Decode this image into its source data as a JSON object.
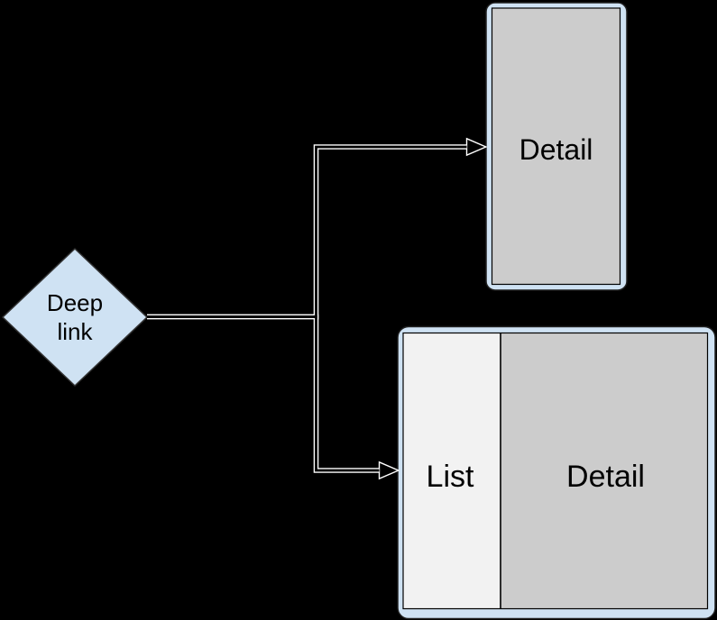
{
  "canvas": {
    "background": "#000000",
    "connector_color": "#ffffff"
  },
  "nodes": {
    "deep_link": {
      "shape": "decision-diamond",
      "label": "Deep link",
      "label_lines": [
        "Deep",
        "link"
      ],
      "fill": "#cfe2f3",
      "stroke": "#333333",
      "text_color": "#000000"
    },
    "phone": {
      "shape": "portrait-screen-frame",
      "label": "Detail",
      "frame_fill": "#cfe2f3",
      "screen_fill": "#cccccc"
    },
    "tablet": {
      "shape": "landscape-screen-frame",
      "frame_fill": "#cfe2f3",
      "panels": [
        {
          "label": "List",
          "fill": "#f2f2f2"
        },
        {
          "label": "Detail",
          "fill": "#cccccc"
        }
      ]
    }
  },
  "edges": [
    {
      "from": "deep_link",
      "to": "phone",
      "style": "double-line-open-arrow"
    },
    {
      "from": "deep_link",
      "to": "tablet",
      "style": "double-line-open-arrow"
    }
  ]
}
